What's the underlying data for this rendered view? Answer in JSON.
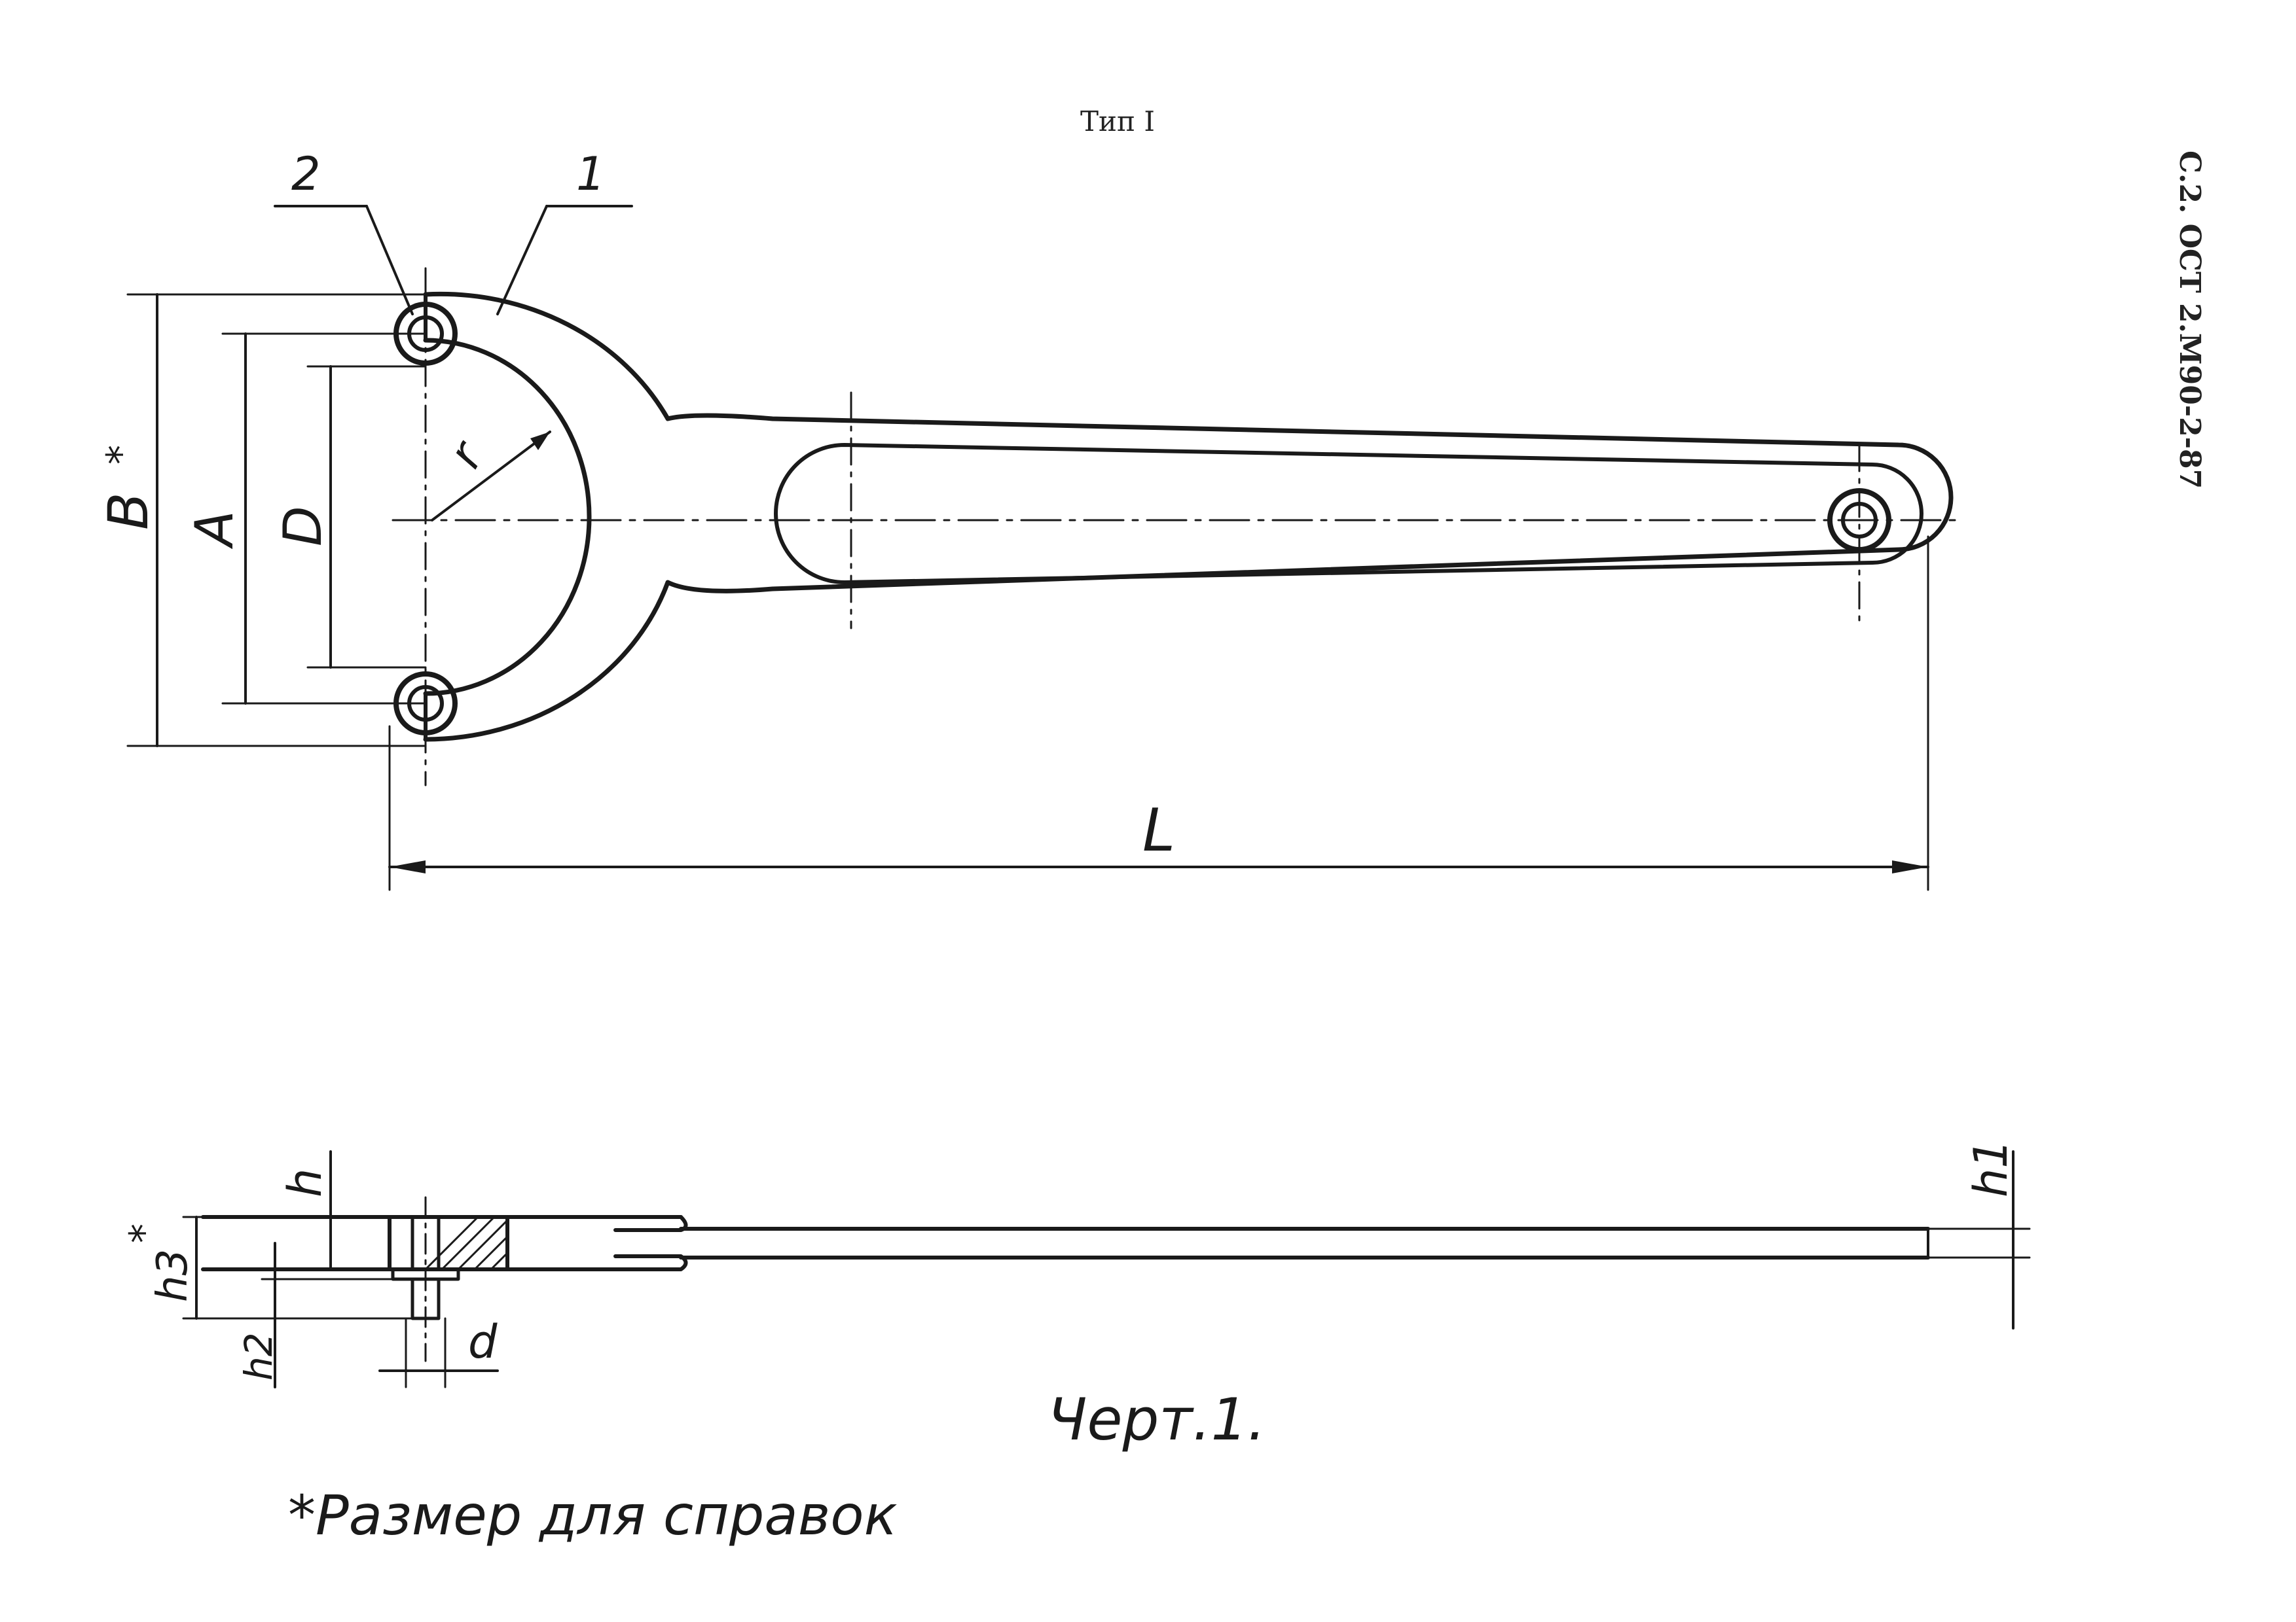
{
  "drawing": {
    "type_title": "Тип I",
    "sheet_code": "С.2.  ОСТ 2.М90-2-87",
    "callouts": [
      "2",
      "1"
    ],
    "dimensions": {
      "B": "В",
      "A": "A",
      "D": "D",
      "r": "r",
      "L": "L",
      "h": "h",
      "h1": "h1",
      "h2": "h2",
      "h3": "h3",
      "d": "d",
      "reference_mark": "*"
    },
    "caption": "Черт.1.",
    "footnote": "*Размер для справок"
  }
}
